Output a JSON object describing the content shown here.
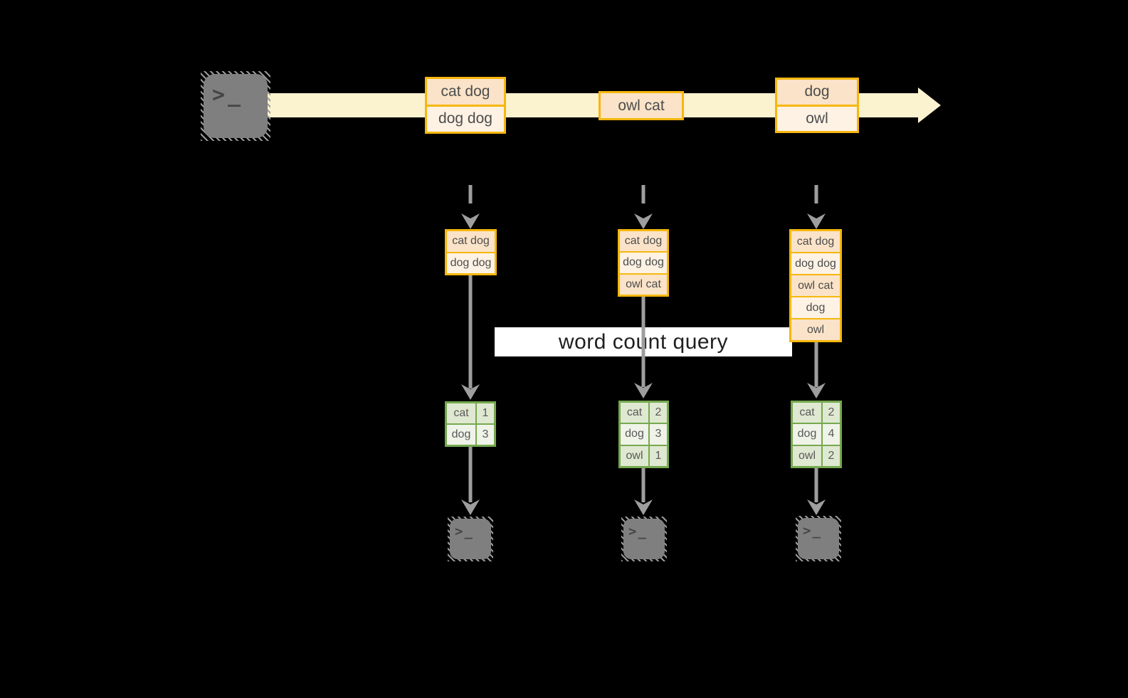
{
  "diagram": {
    "query_label": "word count query",
    "terminal_prompt": ">_",
    "colors": {
      "background": "#000000",
      "stream_band": "#FBF2CF",
      "gold_border": "#F6B70E",
      "peach_dark": "#FAE3C8",
      "peach_light": "#FDF2E4",
      "green_border": "#76A94F",
      "green_row_dark": "#DFE8D1",
      "green_row_light": "#EFF3E8",
      "arrow_gray": "#9E9E9E",
      "terminal_gray": "#7F7F7F"
    },
    "stream_events": [
      {
        "lines": [
          "cat dog",
          "dog dog"
        ]
      },
      {
        "lines": [
          "owl cat"
        ]
      },
      {
        "lines": [
          "dog",
          "owl"
        ]
      }
    ],
    "accumulated_batches": [
      {
        "lines": [
          "cat dog",
          "dog dog"
        ]
      },
      {
        "lines": [
          "cat dog",
          "dog dog",
          "owl cat"
        ]
      },
      {
        "lines": [
          "cat dog",
          "dog dog",
          "owl cat",
          "dog",
          "owl"
        ]
      }
    ],
    "count_tables": [
      {
        "rows": [
          {
            "word": "cat",
            "count": "1"
          },
          {
            "word": "dog",
            "count": "3"
          }
        ]
      },
      {
        "rows": [
          {
            "word": "cat",
            "count": "2"
          },
          {
            "word": "dog",
            "count": "3"
          },
          {
            "word": "owl",
            "count": "1"
          }
        ]
      },
      {
        "rows": [
          {
            "word": "cat",
            "count": "2"
          },
          {
            "word": "dog",
            "count": "4"
          },
          {
            "word": "owl",
            "count": "2"
          }
        ]
      }
    ]
  }
}
